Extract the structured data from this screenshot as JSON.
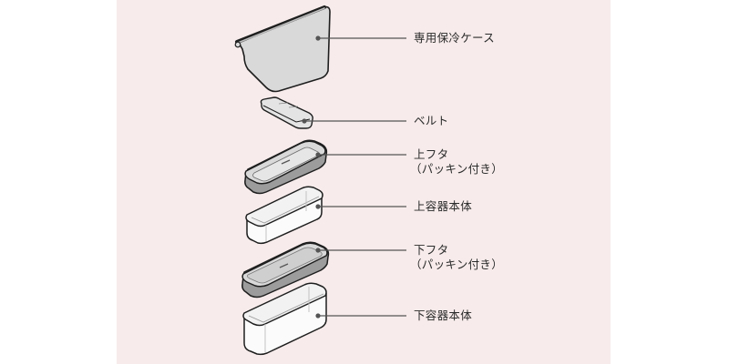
{
  "diagram": {
    "title": "Parts diagram",
    "colors": {
      "background": "#f7ebeb",
      "outline": "#1e1e1e",
      "fill_gray": "#d9d9d9",
      "fill_light": "#ececec",
      "fill_white": "#fbfbfb",
      "leader_line": "#555555"
    },
    "parts": [
      {
        "id": "case",
        "label": "専用保冷ケース",
        "sublabel": ""
      },
      {
        "id": "belt",
        "label": "ベルト",
        "sublabel": ""
      },
      {
        "id": "upper-lid",
        "label": "上フタ",
        "sublabel": "（パッキン付き）"
      },
      {
        "id": "upper-container",
        "label": "上容器本体",
        "sublabel": ""
      },
      {
        "id": "lower-lid",
        "label": "下フタ",
        "sublabel": "（パッキン付き）"
      },
      {
        "id": "lower-container",
        "label": "下容器本体",
        "sublabel": ""
      }
    ]
  }
}
